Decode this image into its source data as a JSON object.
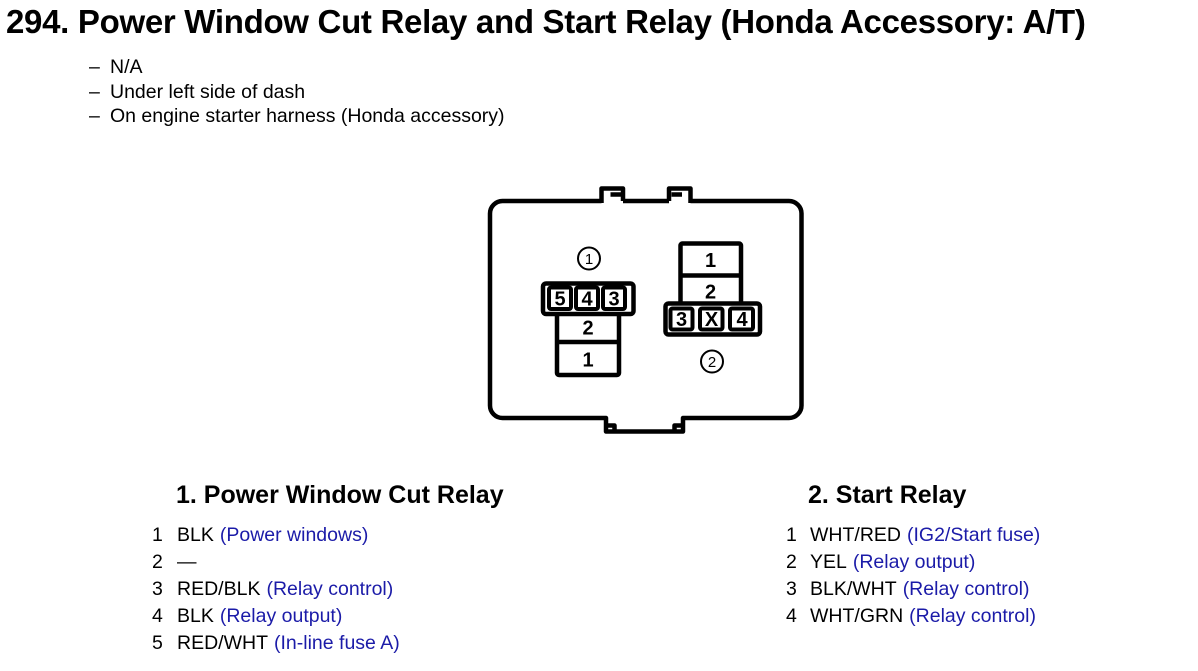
{
  "page": {
    "title": "294. Power Window Cut Relay and Start Relay (Honda Accessory: A/T)",
    "bullet_char": "–",
    "notes": [
      "N/A",
      "Under left side of dash",
      "On engine starter harness (Honda accessory)"
    ]
  },
  "diagram": {
    "connector1": {
      "label": "1",
      "top_row": [
        "5",
        "4",
        "3"
      ],
      "stack": [
        "2",
        "1"
      ]
    },
    "connector2": {
      "label": "2",
      "stack": [
        "1",
        "2"
      ],
      "bottom_row": [
        "3",
        "X",
        "4"
      ]
    }
  },
  "legends": [
    {
      "heading": "1. Power Window Cut Relay",
      "pins": [
        {
          "num": "1",
          "wire": "BLK",
          "function": "(Power windows)"
        },
        {
          "num": "2",
          "wire": "—",
          "function": ""
        },
        {
          "num": "3",
          "wire": "RED/BLK",
          "function": "(Relay control)"
        },
        {
          "num": "4",
          "wire": "BLK",
          "function": "(Relay output)"
        },
        {
          "num": "5",
          "wire": "RED/WHT",
          "function": "(In-line fuse A)"
        }
      ]
    },
    {
      "heading": "2. Start Relay",
      "pins": [
        {
          "num": "1",
          "wire": "WHT/RED",
          "function": "(IG2/Start fuse)"
        },
        {
          "num": "2",
          "wire": "YEL",
          "function": "(Relay output)"
        },
        {
          "num": "3",
          "wire": "BLK/WHT",
          "function": "(Relay control)"
        },
        {
          "num": "4",
          "wire": "WHT/GRN",
          "function": "(Relay control)"
        }
      ]
    }
  ],
  "colors": {
    "ink": "#000000",
    "function_blue": "#1b1ba8"
  }
}
